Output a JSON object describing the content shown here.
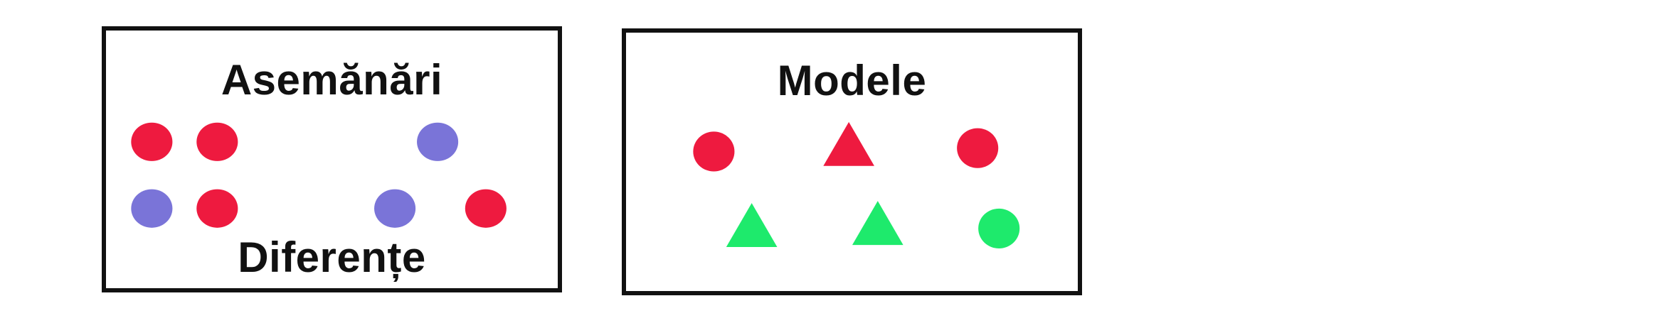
{
  "colors": {
    "red": "#ee1a3f",
    "blue": "#7a74d8",
    "green": "#1eea6c",
    "border": "#111111"
  },
  "left_panel": {
    "title": "Asemănări",
    "bottom_label": "Diferențe",
    "shapes": [
      {
        "name": "red-circle-1",
        "shape": "circle",
        "color": "red"
      },
      {
        "name": "red-circle-2",
        "shape": "circle",
        "color": "red"
      },
      {
        "name": "blue-circle-1",
        "shape": "circle",
        "color": "blue"
      },
      {
        "name": "blue-circle-2",
        "shape": "circle",
        "color": "blue"
      },
      {
        "name": "red-circle-3",
        "shape": "circle",
        "color": "red"
      },
      {
        "name": "blue-circle-3",
        "shape": "circle",
        "color": "blue"
      },
      {
        "name": "red-circle-4",
        "shape": "circle",
        "color": "red"
      }
    ]
  },
  "right_panel": {
    "title": "Modele",
    "shapes": [
      {
        "name": "red-circle-1",
        "shape": "circle",
        "color": "red"
      },
      {
        "name": "red-triangle",
        "shape": "triangle",
        "color": "red"
      },
      {
        "name": "red-circle-2",
        "shape": "circle",
        "color": "red"
      },
      {
        "name": "green-triangle-1",
        "shape": "triangle",
        "color": "green"
      },
      {
        "name": "green-triangle-2",
        "shape": "triangle",
        "color": "green"
      },
      {
        "name": "green-circle",
        "shape": "circle",
        "color": "green"
      }
    ]
  }
}
